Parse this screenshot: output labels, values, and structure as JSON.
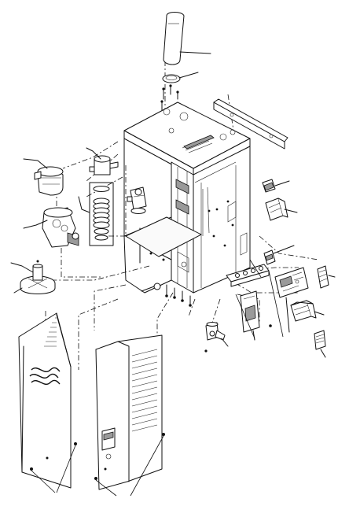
{
  "diagram": {
    "type": "exploded-parts-view",
    "colors": {
      "line": "#111111",
      "background": "#ffffff",
      "shade": "#9a9a9a"
    },
    "parts": [
      {
        "id": "drain-hose",
        "icon": "hose-icon"
      },
      {
        "id": "hose-clamp",
        "icon": "clamp-icon"
      },
      {
        "id": "cabinet-top",
        "icon": "panel-icon"
      },
      {
        "id": "cabinet-frame",
        "icon": "frame-icon"
      },
      {
        "id": "mounting-rail",
        "icon": "rail-icon"
      },
      {
        "id": "fill-valve",
        "icon": "valve-icon"
      },
      {
        "id": "fill-cup",
        "icon": "cup-icon"
      },
      {
        "id": "bellows-hose",
        "icon": "hose-icon"
      },
      {
        "id": "level-sensor",
        "icon": "sensor-icon"
      },
      {
        "id": "drain-pump",
        "icon": "pump-icon"
      },
      {
        "id": "cylinder-base",
        "icon": "base-icon"
      },
      {
        "id": "side-panel-left",
        "icon": "panel-icon"
      },
      {
        "id": "front-panel",
        "icon": "panel-icon"
      },
      {
        "id": "control-board",
        "icon": "circuit-board-icon"
      },
      {
        "id": "contactor",
        "icon": "relay-icon"
      },
      {
        "id": "transformer",
        "icon": "transformer-icon"
      },
      {
        "id": "terminal-block",
        "icon": "terminal-icon"
      },
      {
        "id": "power-module",
        "icon": "module-icon"
      }
    ]
  }
}
